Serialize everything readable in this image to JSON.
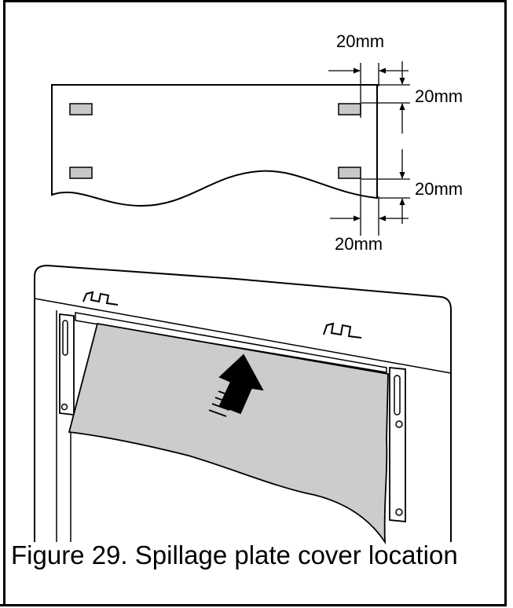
{
  "figure": {
    "caption": "Figure 29. Spillage plate cover location",
    "dimensions": {
      "top_horizontal": "20mm",
      "top_vertical": "20mm",
      "bottom_vertical": "20mm",
      "bottom_horizontal": "20mm"
    }
  },
  "colors": {
    "plate_fill": "#cccccc",
    "stroke": "#000000",
    "tab_fill": "#c8c8c8"
  }
}
